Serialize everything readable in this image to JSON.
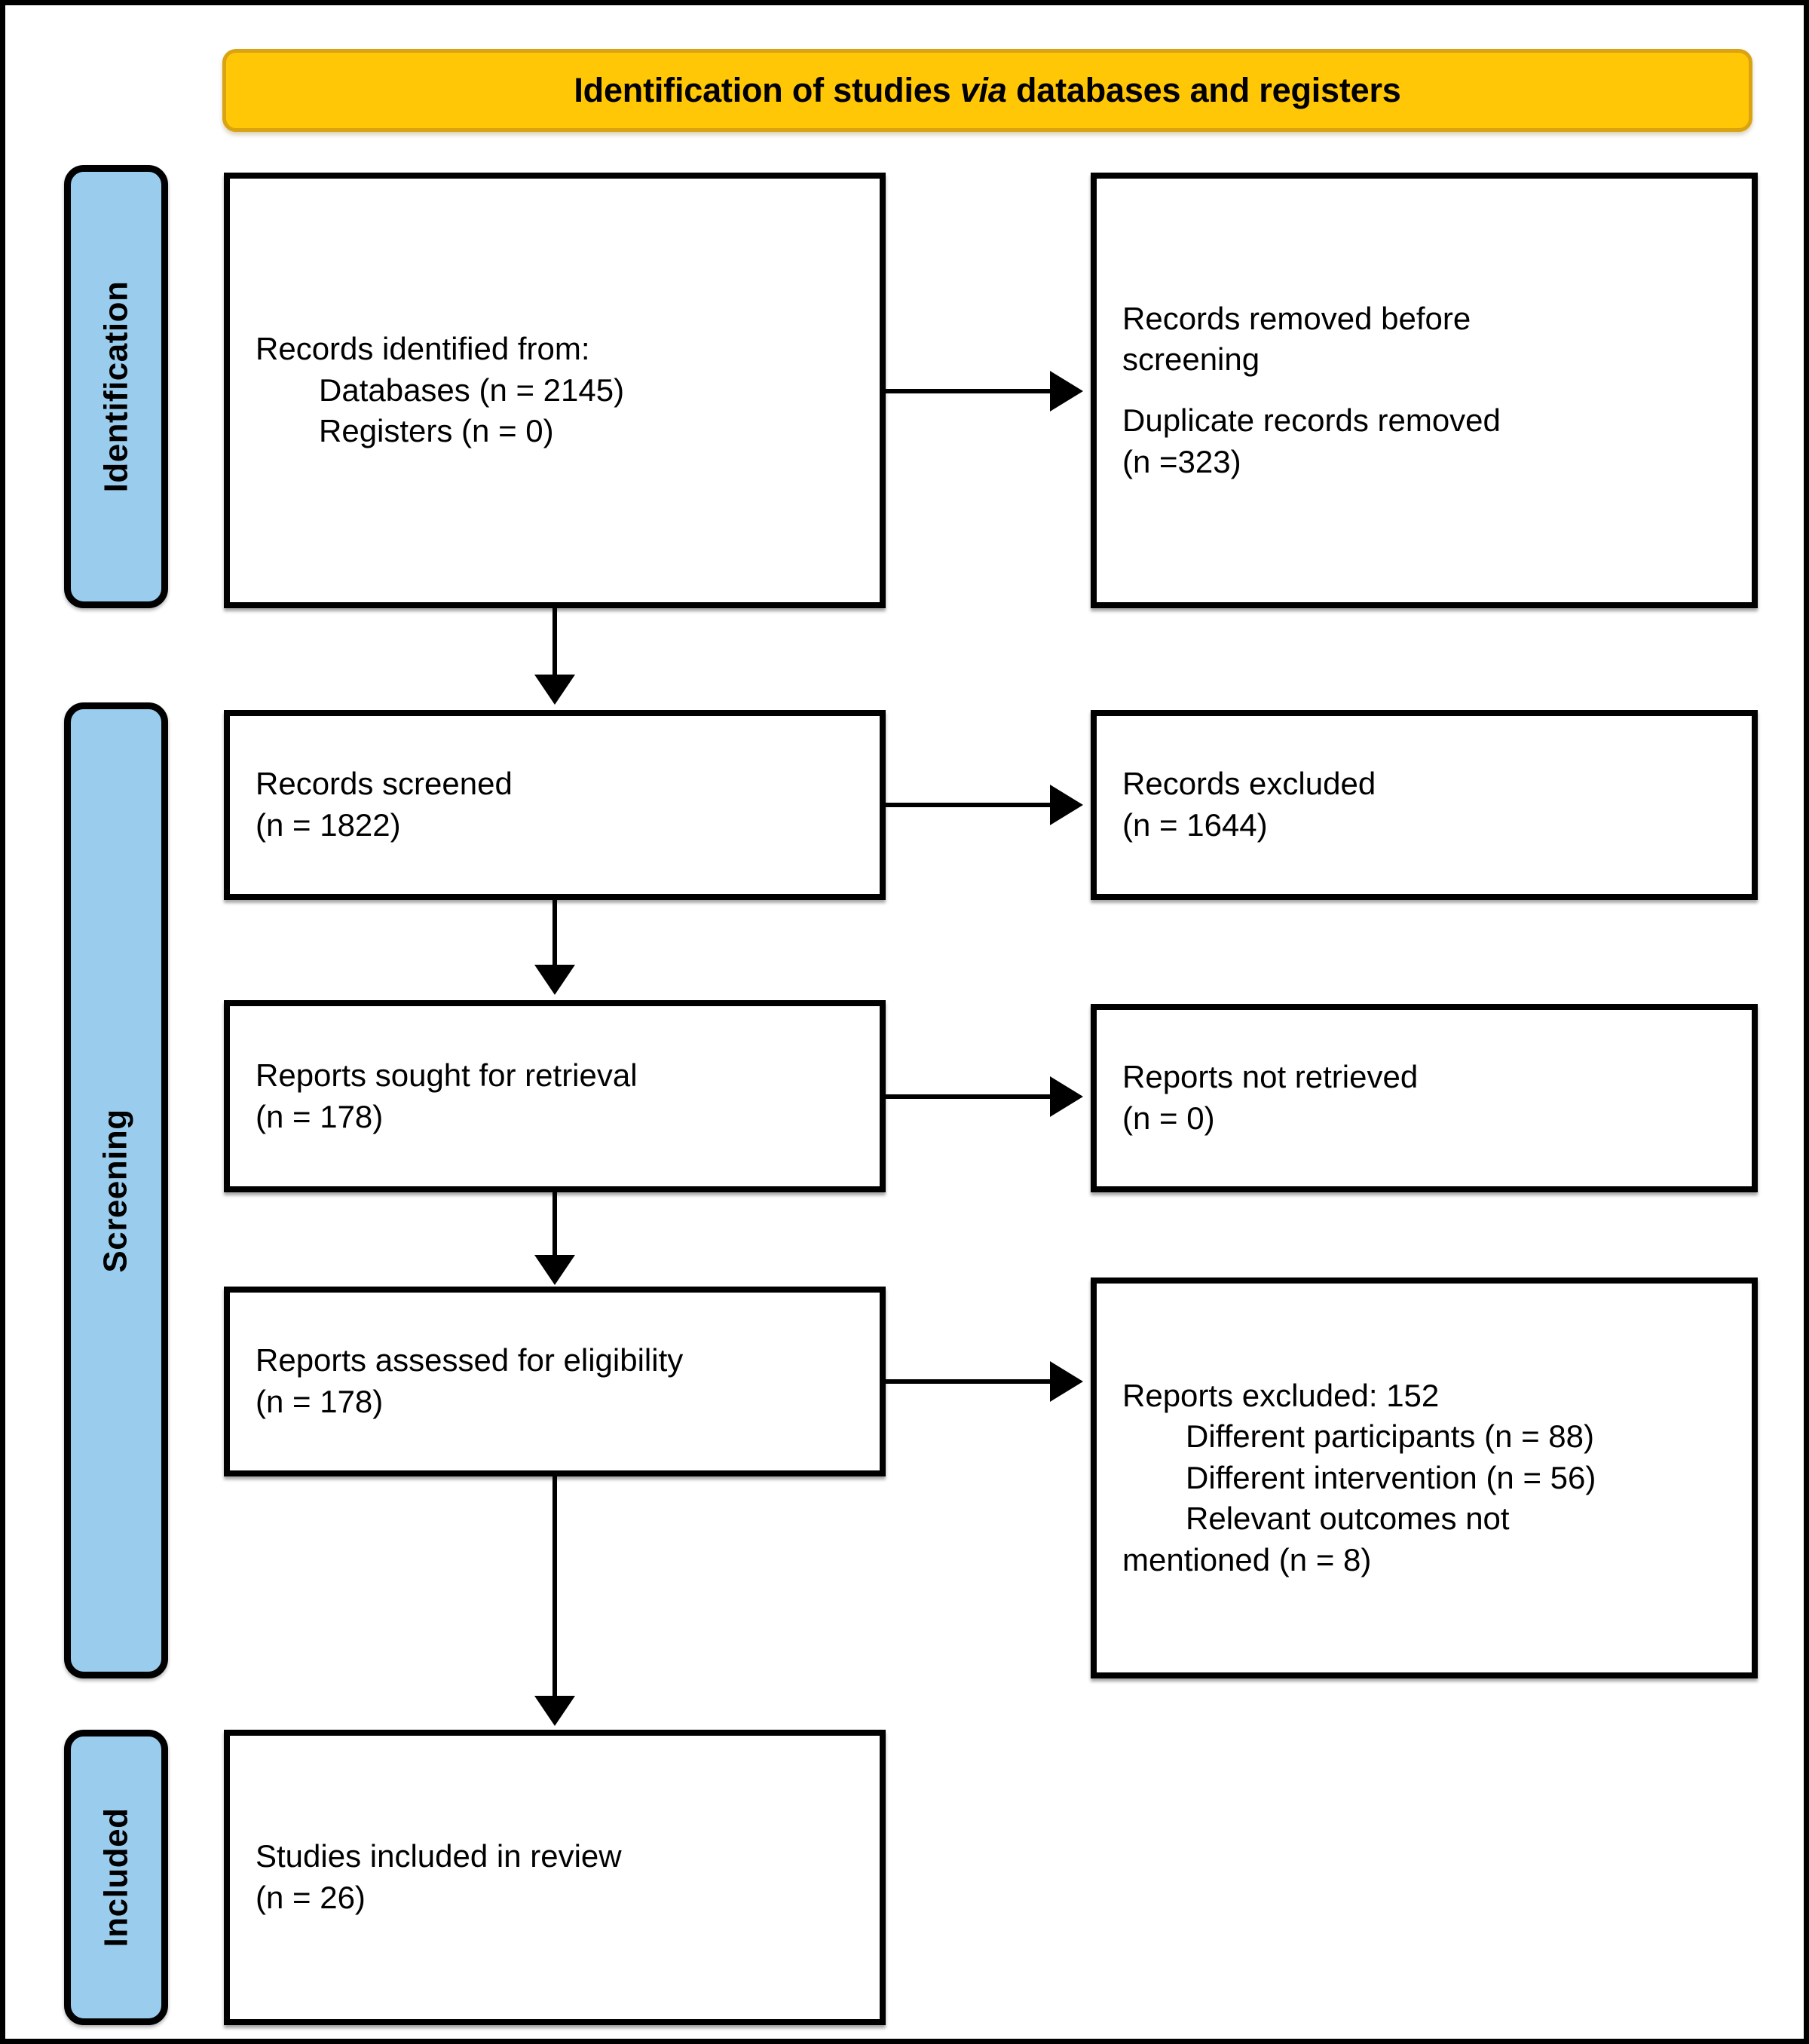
{
  "header": {
    "title_prefix": "Identification of studies ",
    "title_italic": "via",
    "title_suffix": " databases and registers",
    "background_color": "#FFC706",
    "border_color": "#D9A312"
  },
  "stages": [
    {
      "id": "identification",
      "label": "Identification",
      "color": "#9ACCED"
    },
    {
      "id": "screening",
      "label": "Screening",
      "color": "#9ACCED"
    },
    {
      "id": "included",
      "label": "Included",
      "color": "#9ACCED"
    }
  ],
  "boxes": {
    "identified": {
      "line1": "Records identified from:",
      "line2": "Databases (n = 2145)",
      "line3": "Registers (n = 0)"
    },
    "removed": {
      "line1": "Records removed before",
      "line2": "screening",
      "line3": "Duplicate records removed",
      "line4": "(n =323)"
    },
    "screened": {
      "line1": "Records screened",
      "line2": "(n = 1822)"
    },
    "excluded": {
      "line1": "Records excluded",
      "line2": "(n = 1644)"
    },
    "sought": {
      "line1": "Reports sought for retrieval",
      "line2": "(n = 178)"
    },
    "not_retrieved": {
      "line1": "Reports not retrieved",
      "line2": "(n = 0)"
    },
    "assessed": {
      "line1": "Reports assessed for eligibility",
      "line2": "(n = 178)"
    },
    "reports_excluded": {
      "line1": "Reports excluded: 152",
      "line2": "Different participants (n = 88)",
      "line3": "Different intervention (n = 56)",
      "line4": "Relevant outcomes not",
      "line5": "mentioned (n = 8)"
    },
    "included": {
      "line1": "Studies included in review",
      "line2": "(n = 26)"
    }
  },
  "chart_data": {
    "type": "diagram",
    "title": "Identification of studies via databases and registers",
    "nodes": [
      {
        "id": "identified",
        "stage": "Identification",
        "column": "left",
        "label": "Records identified from: Databases (n = 2145); Registers (n = 0)",
        "counts": {
          "databases": 2145,
          "registers": 0
        }
      },
      {
        "id": "removed",
        "stage": "Identification",
        "column": "right",
        "label": "Records removed before screening: Duplicate records removed (n =323)",
        "counts": {
          "duplicates_removed": 323
        }
      },
      {
        "id": "screened",
        "stage": "Screening",
        "column": "left",
        "label": "Records screened (n = 1822)",
        "counts": {
          "n": 1822
        }
      },
      {
        "id": "excluded",
        "stage": "Screening",
        "column": "right",
        "label": "Records excluded (n = 1644)",
        "counts": {
          "n": 1644
        }
      },
      {
        "id": "sought",
        "stage": "Screening",
        "column": "left",
        "label": "Reports sought for retrieval (n = 178)",
        "counts": {
          "n": 178
        }
      },
      {
        "id": "not_retrieved",
        "stage": "Screening",
        "column": "right",
        "label": "Reports not retrieved (n = 0)",
        "counts": {
          "n": 0
        }
      },
      {
        "id": "assessed",
        "stage": "Screening",
        "column": "left",
        "label": "Reports assessed for eligibility (n = 178)",
        "counts": {
          "n": 178
        }
      },
      {
        "id": "reports_excluded",
        "stage": "Screening",
        "column": "right",
        "label": "Reports excluded: 152",
        "counts": {
          "total": 152,
          "different_participants": 88,
          "different_intervention": 56,
          "relevant_outcomes_not_mentioned": 8
        }
      },
      {
        "id": "included",
        "stage": "Included",
        "column": "left",
        "label": "Studies included in review (n = 26)",
        "counts": {
          "n": 26
        }
      }
    ],
    "edges": [
      {
        "from": "identified",
        "to": "removed",
        "direction": "right"
      },
      {
        "from": "identified",
        "to": "screened",
        "direction": "down"
      },
      {
        "from": "screened",
        "to": "excluded",
        "direction": "right"
      },
      {
        "from": "screened",
        "to": "sought",
        "direction": "down"
      },
      {
        "from": "sought",
        "to": "not_retrieved",
        "direction": "right"
      },
      {
        "from": "sought",
        "to": "assessed",
        "direction": "down"
      },
      {
        "from": "assessed",
        "to": "reports_excluded",
        "direction": "right"
      },
      {
        "from": "assessed",
        "to": "included",
        "direction": "down"
      }
    ]
  }
}
